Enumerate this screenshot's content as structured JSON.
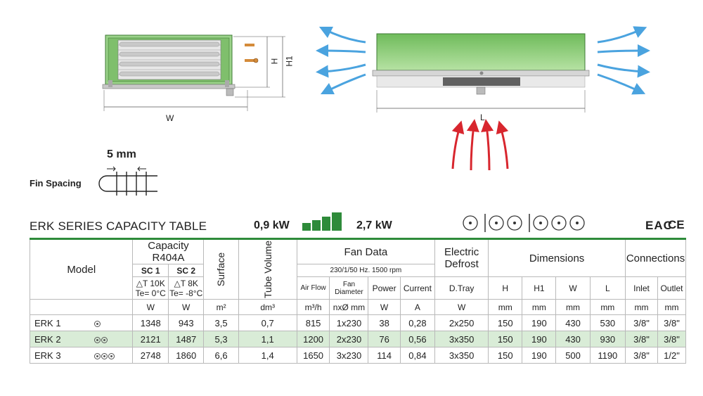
{
  "drawing": {
    "label_w": "W",
    "label_h": "H",
    "label_h1": "H1",
    "label_l": "L"
  },
  "fin": {
    "spacing": "5 mm",
    "label": "Fin Spacing"
  },
  "header": {
    "title": "ERK SERIES CAPACITY TABLE",
    "kw_min": "0,9 kW",
    "kw_max": "2,7 kW",
    "cert_eac": "EAC",
    "cert_ce": "CE"
  },
  "colors": {
    "green": "#2e8b3a",
    "row_highlight": "#d9ecd7",
    "unit_body": "#8fcf7d",
    "air_blue": "#4aa3df",
    "air_red": "#d8262e"
  },
  "table": {
    "h_model": "Model",
    "h_capacity": "Capacity R404A",
    "h_sc1": "SC 1",
    "h_sc2": "SC 2",
    "h_sc1_dt": "△T 10K",
    "h_sc1_te": "Te= 0°C",
    "h_sc2_dt": "△T 8K",
    "h_sc2_te": "Te= -8°C",
    "h_surface": "Surface",
    "h_tube": "Tube Volume",
    "h_fan": "Fan Data",
    "h_fan_sub": "230/1/50 Hz. 1500 rpm",
    "h_air": "Air Flow",
    "h_fandia": "Fan Diameter",
    "h_power": "Power",
    "h_current": "Current",
    "h_defrost": "Electric Defrost",
    "h_dtray": "D.Tray",
    "h_dims": "Dimensions",
    "h_H": "H",
    "h_H1": "H1",
    "h_W": "W",
    "h_L": "L",
    "h_conn": "Connections",
    "h_inlet": "Inlet",
    "h_outlet": "Outlet",
    "u_w1": "W",
    "u_w2": "W",
    "u_m2": "m²",
    "u_dm3": "dm³",
    "u_m3h": "m³/h",
    "u_nxd": "nxØ mm",
    "u_pw": "W",
    "u_a": "A",
    "u_dt": "W",
    "u_mm1": "mm",
    "u_mm2": "mm",
    "u_mm3": "mm",
    "u_mm4": "mm",
    "u_mm5": "mm",
    "u_mm6": "mm",
    "rows": [
      {
        "model": "ERK 1",
        "fans": 1,
        "sc1": "1348",
        "sc2": "943",
        "surface": "3,5",
        "tube": "0,7",
        "air": "815",
        "fandia": "1x230",
        "power": "38",
        "current": "0,28",
        "defrost": "2x250",
        "H": "150",
        "H1": "190",
        "W": "430",
        "L": "530",
        "inlet": "3/8\"",
        "outlet": "3/8\""
      },
      {
        "model": "ERK 2",
        "fans": 2,
        "sc1": "2121",
        "sc2": "1487",
        "surface": "5,3",
        "tube": "1,1",
        "air": "1200",
        "fandia": "2x230",
        "power": "76",
        "current": "0,56",
        "defrost": "3x350",
        "H": "150",
        "H1": "190",
        "W": "430",
        "L": "930",
        "inlet": "3/8\"",
        "outlet": "3/8\""
      },
      {
        "model": "ERK 3",
        "fans": 3,
        "sc1": "2748",
        "sc2": "1860",
        "surface": "6,6",
        "tube": "1,4",
        "air": "1650",
        "fandia": "3x230",
        "power": "114",
        "current": "0,84",
        "defrost": "3x350",
        "H": "150",
        "H1": "190",
        "W": "500",
        "L": "1190",
        "inlet": "3/8\"",
        "outlet": "1/2\""
      }
    ]
  }
}
